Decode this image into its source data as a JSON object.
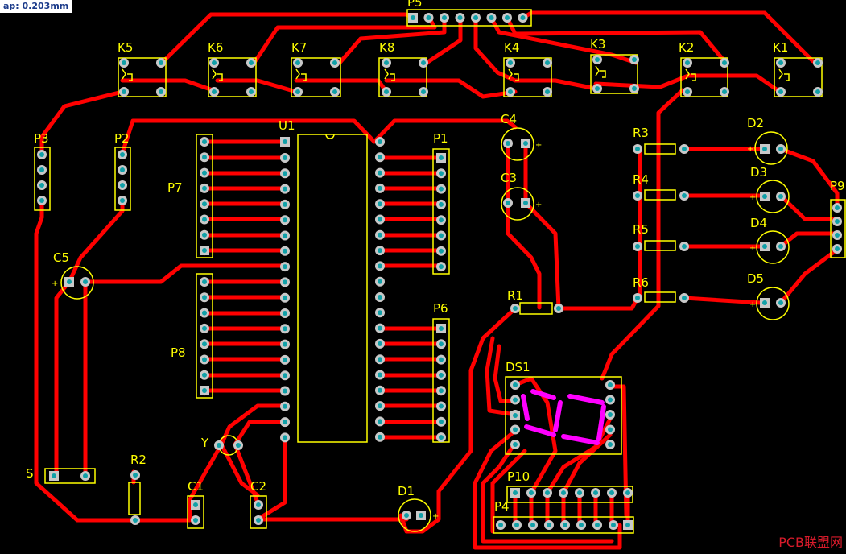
{
  "toolbar": {
    "snap_readout": "ap: 0.203mm"
  },
  "watermark": "PCB联盟网",
  "colors": {
    "background": "#000000",
    "track": "#ff0000",
    "silkscreen": "#ffff00",
    "pad": "#c8c8c8",
    "via_hole": "#10a0a8",
    "segment": "#ff00ff"
  },
  "designators": {
    "P3": "P3",
    "P2": "P2",
    "U1": "U1",
    "P7": "P7",
    "P8": "P8",
    "P1": "P1",
    "P6": "P6",
    "C4": "C4",
    "C3": "C3",
    "C5": "C5",
    "R1": "R1",
    "R2": "R2",
    "R3": "R3",
    "R4": "R4",
    "R5": "R5",
    "R6": "R6",
    "D1": "D1",
    "D2": "D2",
    "D3": "D3",
    "D4": "D4",
    "D5": "D5",
    "DS1": "DS1",
    "P10": "P10",
    "P4": "P4",
    "P5": "P5",
    "P9": "P9",
    "K1": "K1",
    "K2": "K2",
    "K3": "K3",
    "K4": "K4",
    "K5": "K5",
    "K6": "K6",
    "K7": "K7",
    "K8": "K8",
    "S": "S",
    "Y": "Y",
    "C1": "C1",
    "C2": "C2"
  }
}
